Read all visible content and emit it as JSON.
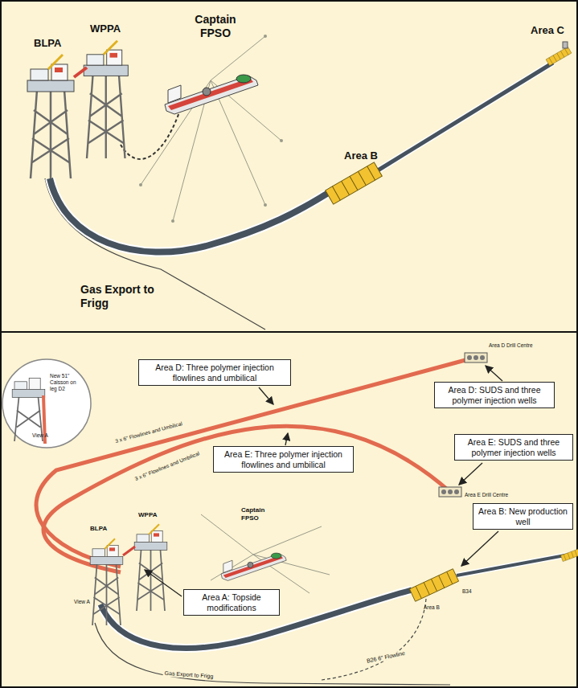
{
  "diagram": {
    "nodes": [
      {
        "text": [
          "Area D: Three polymer injection flowlines and umbilical"
        ]
      },
      {
        "text": [
          "Area D: SUDS and three polymer injection wells"
        ]
      },
      {
        "text": [
          "Area E: SUDS and three polymer injection wells"
        ]
      },
      {
        "text": [
          "Area E: Three polymer injection flowlines and umbilical"
        ]
      },
      {
        "text": [
          "Area B: New production well"
        ]
      },
      {
        "text": [
          "Area A: Topside modifications"
        ]
      }
    ],
    "labels": [
      "BLPA",
      "WPPA",
      "Captain FPSO",
      "Area C",
      "Area B",
      "Gas Export to Frigg",
      "Area D Drill Centre",
      "Area E Drill Centre",
      "New 51\" Caisson on leg D2",
      "View A",
      "View A",
      "3 x 6\" Flowlines and Umbilical",
      "3 x 6\" Flowlines and Umbilical",
      "BLPA",
      "WPPA",
      "Captain FPSO",
      "B34",
      "Area B",
      "Gas Export to Frigg",
      "B26 6\" Flowline"
    ]
  }
}
